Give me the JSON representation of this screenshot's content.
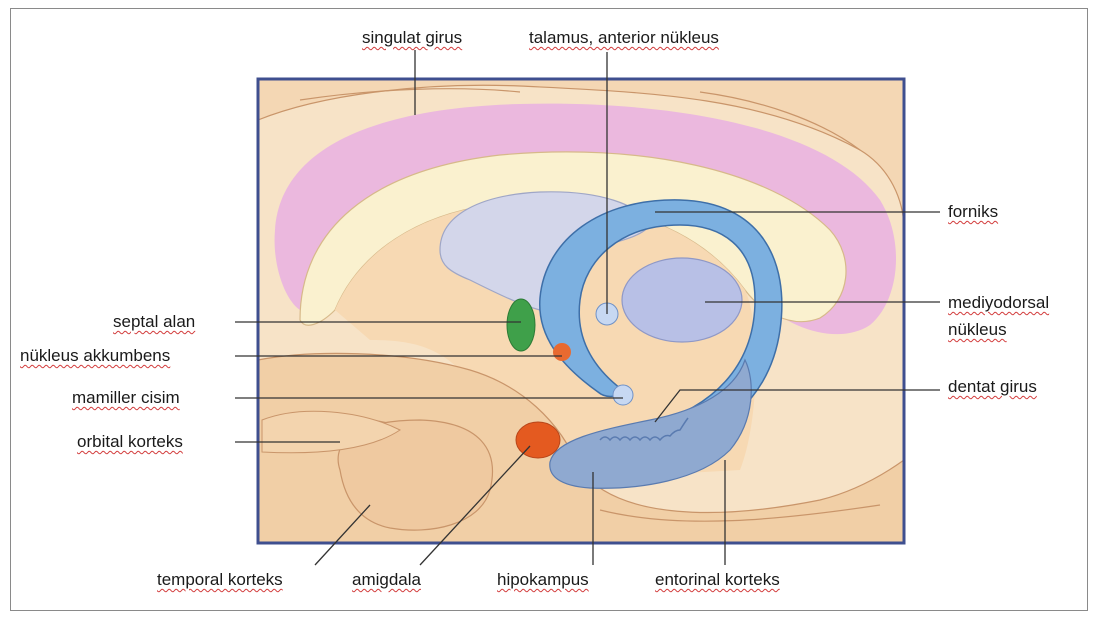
{
  "labels": {
    "singulat_girus": "singulat girus",
    "talamus_anterior": "talamus, anterior nükleus",
    "forniks": "forniks",
    "mediyodorsal_1": "mediyodorsal",
    "mediyodorsal_2": "nükleus",
    "septal_alan": "septal alan",
    "nukleus_akkumbens": "nükleus akkumbens",
    "mamiller_cisim": "mamiller cisim",
    "dentat_girus": "dentat girus",
    "orbital_korteks": "orbital korteks",
    "temporal_korteks": "temporal korteks",
    "amigdala": "amigdala",
    "hipokampus": "hipokampus",
    "entorinal_korteks": "entorinal korteks"
  },
  "colors": {
    "frame": "#3f4f8f",
    "background_tissue": "#f6dcb8",
    "cingulate": "#e8a8dc",
    "corpus_callosum": "#f8efc8",
    "fornix": "#6fa3d8",
    "thalamus": "#c9cde8",
    "septal": "#3fa04a",
    "accumbens": "#e86a30",
    "amygdala": "#e45a20"
  }
}
